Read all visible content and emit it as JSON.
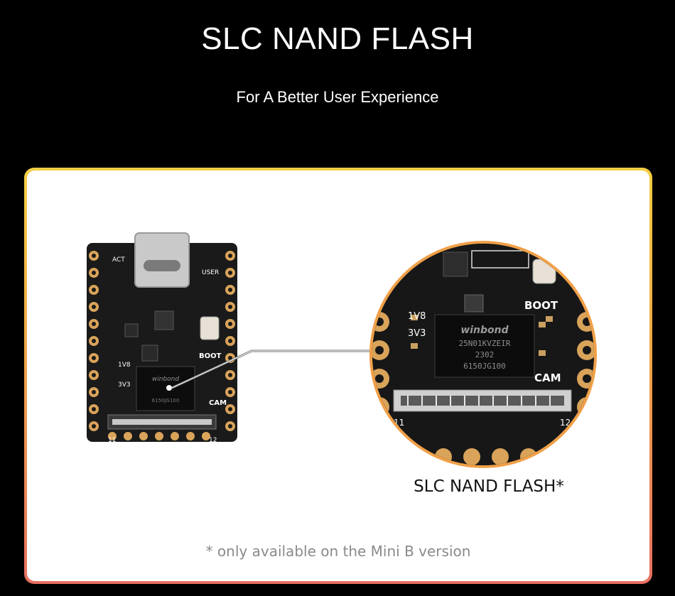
{
  "header": {
    "title": "SLC NAND FLASH",
    "subtitle": "For A Better User Experience"
  },
  "board": {
    "labels": {
      "act": "ACT",
      "user": "USER",
      "boot": "BOOT",
      "v18": "1V8",
      "v33": "3V3",
      "cam": "CAM",
      "pin_left": "11",
      "pin_right": "12"
    },
    "chip_brand": "winbond",
    "chip_line1": "25N01KVZEIR",
    "chip_line2": "2302",
    "chip_line3": "6150JG100"
  },
  "callout": {
    "label": "SLC NAND FLASH*"
  },
  "footnote": "* only available on the Mini B version",
  "colors": {
    "background": "#000000",
    "card": "#ffffff",
    "border_top": "#f3cf45",
    "border_bottom": "#e87062",
    "pcb": "#1a1a1a",
    "gold": "#d9a35a"
  }
}
